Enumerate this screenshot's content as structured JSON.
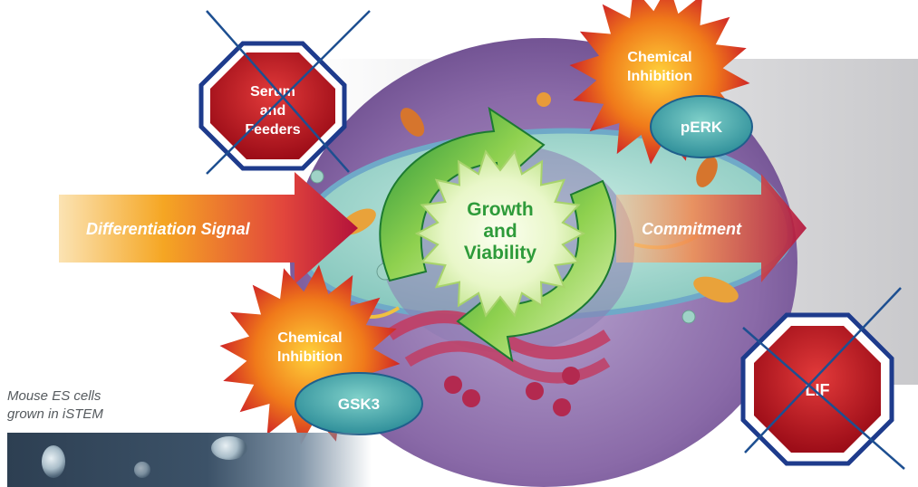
{
  "diagram": {
    "center_label": [
      "Growth",
      "and",
      "Viability"
    ],
    "arrow_left_label": "Differentiation Signal",
    "arrow_right_label": "Commitment",
    "stop_top_label": [
      "Serum",
      "and",
      "Feeders"
    ],
    "stop_bottom_label": "LIF",
    "burst_top": {
      "label": [
        "Chemical",
        "Inhibition"
      ],
      "target": "pERK"
    },
    "burst_bottom": {
      "label": [
        "Chemical",
        "Inhibition"
      ],
      "target": "GSK3"
    },
    "caption": [
      "Mouse ES cells",
      "grown in iSTEM"
    ]
  },
  "colors": {
    "stop_red": "#c1121f",
    "stop_border": "#1e3b8c",
    "cross": "#1d4f91",
    "cycle_green": "#3fa535",
    "arrow_red": "#c0123a",
    "arrow_orange": "#f08a1d",
    "cell_teal": "#8fcfc4",
    "cell_purple": "#8a6aa8",
    "target_teal": "#3aa6a0"
  }
}
